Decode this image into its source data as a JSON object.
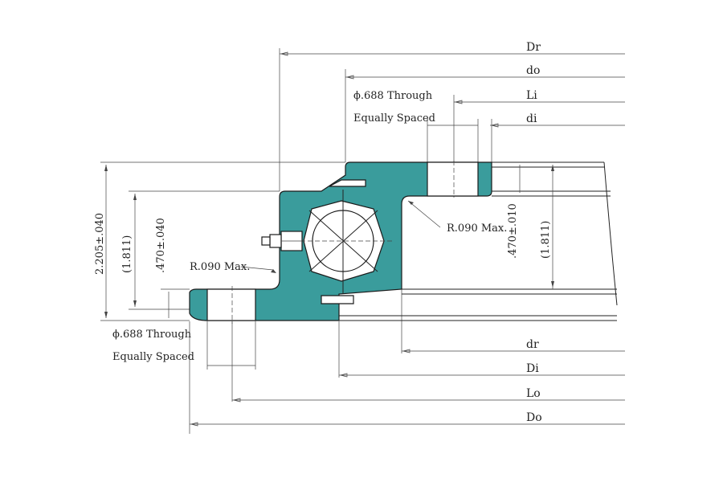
{
  "labels": {
    "Dr": "Dr",
    "do": "do",
    "Li": "Li",
    "di": "di",
    "dr": "dr",
    "Di": "Di",
    "Lo": "Lo",
    "Do": "Do"
  },
  "notes": {
    "hole_top_1": "ϕ.688 Through",
    "hole_top_2": "Equally Spaced",
    "hole_bottom_1": "ϕ.688 Through",
    "hole_bottom_2": "Equally Spaced",
    "radius_right": "R.090 Max.",
    "radius_left": "R.090 Max."
  },
  "dimensions": {
    "overall_height": "2.205±.040",
    "inner_height_left": "(1.811)",
    "flange_left": ".470±.040",
    "flange_right": ".470±.010",
    "inner_height_right": "(1.811)"
  },
  "colors": {
    "ring_fill": "#3a9c9c",
    "line": "#222222"
  }
}
